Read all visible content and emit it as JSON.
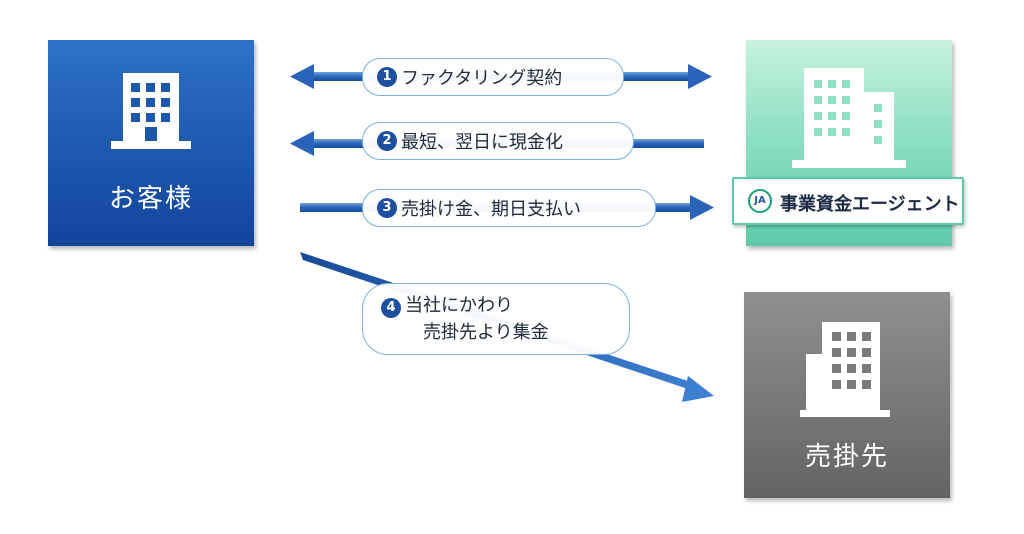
{
  "colors": {
    "customer": "#1e58ad",
    "agent": "#8fe0c4",
    "debtor": "#7a7a7a",
    "arrow": "#2a63b8",
    "step_number": "#1f4fa0"
  },
  "nodes": {
    "customer": {
      "label": "お客様",
      "icon": "building-icon"
    },
    "agent": {
      "logo_badge": "JA",
      "name": "事業資金エージェント",
      "icon": "building-icon"
    },
    "debtor": {
      "label": "売掛先",
      "icon": "building-icon"
    }
  },
  "steps": [
    {
      "number": "1",
      "text": "ファクタリング契約",
      "direction": "both"
    },
    {
      "number": "2",
      "text": "最短、翌日に現金化",
      "direction": "to-customer"
    },
    {
      "number": "3",
      "text": "売掛け金、期日支払い",
      "direction": "to-agent"
    },
    {
      "number": "4",
      "line1": "当社にかわり",
      "line2": "売掛先より集金",
      "direction": "to-debtor"
    }
  ]
}
